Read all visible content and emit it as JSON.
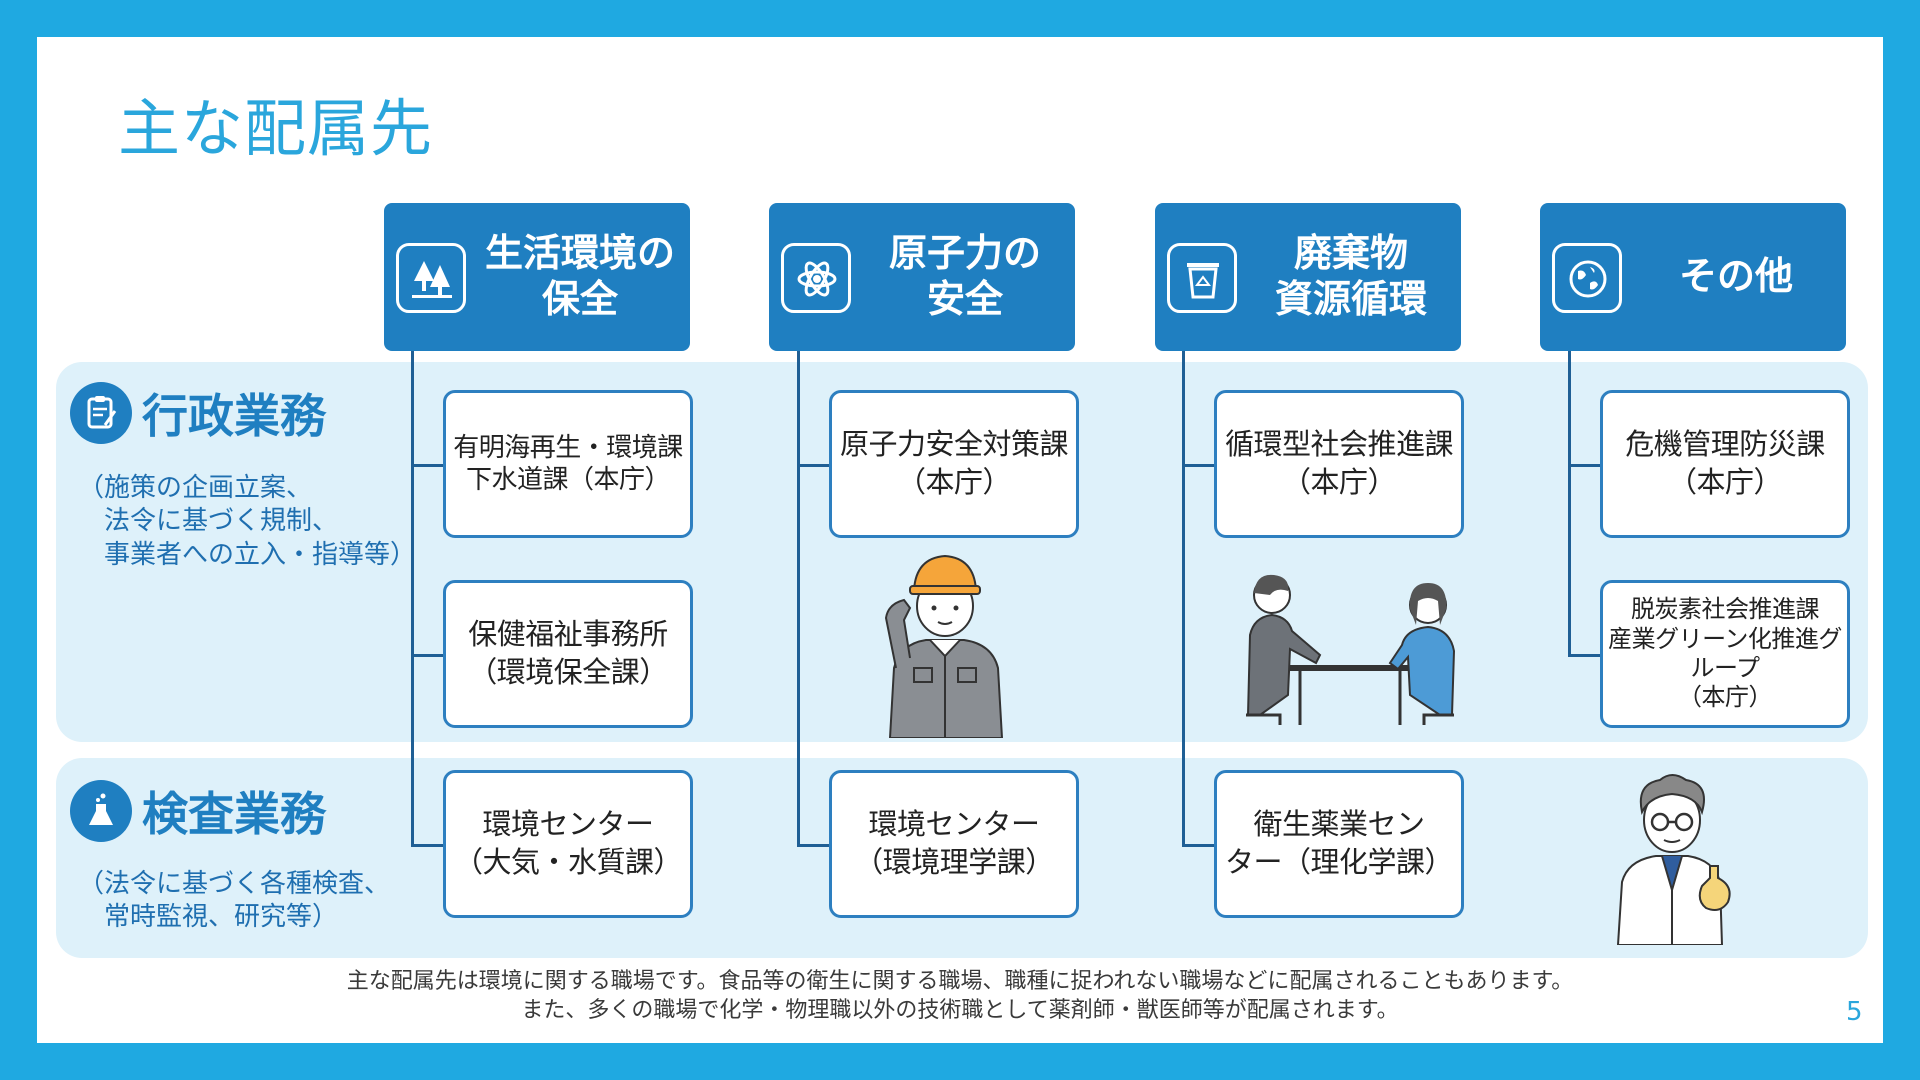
{
  "title": "主な配属先",
  "headers": [
    {
      "label": "生活環境の\n保全",
      "icon": "forest-icon"
    },
    {
      "label": "原子力の\n安全",
      "icon": "atom-icon"
    },
    {
      "label": "廃棄物\n資源循環",
      "icon": "recycle-bin-icon"
    },
    {
      "label": "その他",
      "icon": "globe-icon"
    }
  ],
  "categories": {
    "admin": {
      "name": "行政業務",
      "desc": "（施策の企画立案、\n　法令に基づく規制、\n　事業者への立入・指導等）",
      "icon": "clipboard-icon"
    },
    "inspect": {
      "name": "検査業務",
      "desc": "（法令に基づく各種検査、\n　常時監視、研究等）",
      "icon": "flask-icon"
    }
  },
  "boxes": {
    "c1_admin1": "有明海再生・環境課\n下水道課（本庁）",
    "c1_admin2": "保健福祉事務所\n（環境保全課）",
    "c1_inspect": "環境センター\n（大気・水質課）",
    "c2_admin": "原子力安全対策課\n（本庁）",
    "c2_inspect": "環境センター\n（環境理学課）",
    "c3_admin": "循環型社会推進課\n（本庁）",
    "c3_inspect": "衛生薬業セン\nター（理化学課）",
    "c4_admin1": "危機管理防災課\n（本庁）",
    "c4_admin2": "脱炭素社会推進課\n産業グリーン化推進グループ\n（本庁）"
  },
  "footer": "主な配属先は環境に関する職場です。食品等の衛生に関する職場、職種に捉われない職場などに配属されることもあります。\nまた、多くの職場で化学・物理職以外の技術職として薬剤師・獣医師等が配属されます。",
  "page_number": "5",
  "illustrations": [
    "worker-illustration",
    "meeting-illustration",
    "scientist-illustration"
  ],
  "colors": {
    "frame": "#1fa9e1",
    "title": "#2aa6dc",
    "header": "#1f7fc1",
    "band": "#def1fa",
    "box_border": "#2d7fc0"
  }
}
